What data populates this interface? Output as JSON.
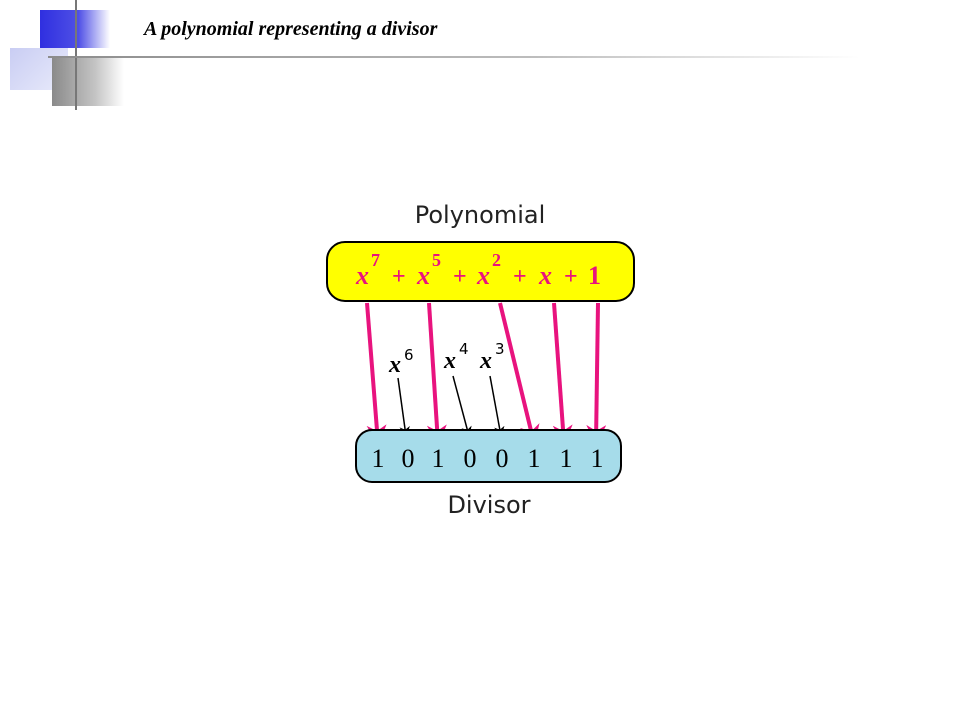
{
  "slide": {
    "title": "A polynomial representing a divisor"
  },
  "diagram": {
    "top_label": "Polynomial",
    "bottom_label": "Divisor",
    "colors": {
      "polynomial_box": "#ffff00",
      "divisor_box": "#a6dcea",
      "arrow_present": "#e8137e",
      "arrow_absent": "#000000"
    },
    "polynomial": {
      "x": "x",
      "sup_7": "7",
      "sup_5": "5",
      "sup_2": "2",
      "plus": "+",
      "one": "1"
    },
    "missing_terms": {
      "x": "x",
      "sup_6": "6",
      "sup_4": "4",
      "sup_3": "3"
    },
    "bits": [
      "1",
      "0",
      "1",
      "0",
      "0",
      "1",
      "1",
      "1"
    ]
  }
}
